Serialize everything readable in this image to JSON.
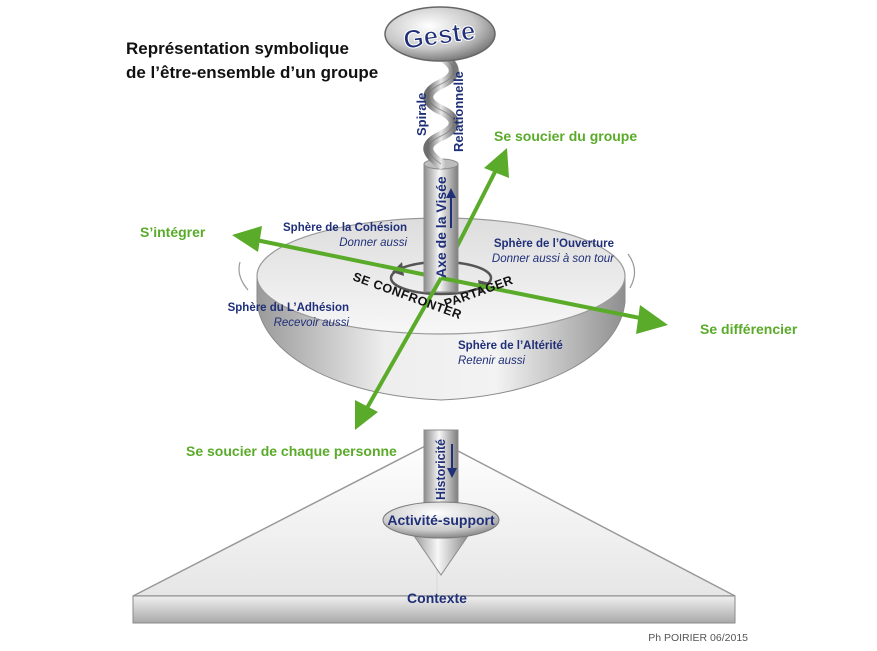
{
  "title": {
    "line1": "Représentation symbolique",
    "line2": "de  l’être-ensemble d’un groupe"
  },
  "top": {
    "geste": "Geste",
    "spirale": "Spirale",
    "relationnelle": "Relationnelle"
  },
  "axis": {
    "visee": "Axe de la Visée",
    "historicite": "Historicité",
    "activite_support": "Activité-support",
    "contexte": "Contexte"
  },
  "arrows": {
    "groupe": "Se soucier du groupe",
    "integrer": "S’intégrer",
    "differencier": "Se différencier",
    "personne": "Se soucier de chaque personne"
  },
  "spheres": {
    "cohesion": {
      "title": "Sphère de la Cohésion",
      "sub": "Donner aussi"
    },
    "ouverture": {
      "title": "Sphère de l’Ouverture",
      "sub": "Donner aussi à son tour"
    },
    "adhesion": {
      "title": "Sphère du L’Adhésion",
      "sub": "Recevoir aussi"
    },
    "alterite": {
      "title": "Sphère de l’Altérité",
      "sub": "Retenir aussi"
    }
  },
  "ring_text": {
    "confronter": "SE CONFRONTER",
    "partager": "PARTAGER"
  },
  "credit": "Ph POIRIER 06/2015",
  "colors": {
    "green_arrow": "#5aab2a",
    "navy_text": "#1f2f78",
    "metal_light": "#f4f4f4",
    "metal_dark": "#8a8a8a"
  }
}
